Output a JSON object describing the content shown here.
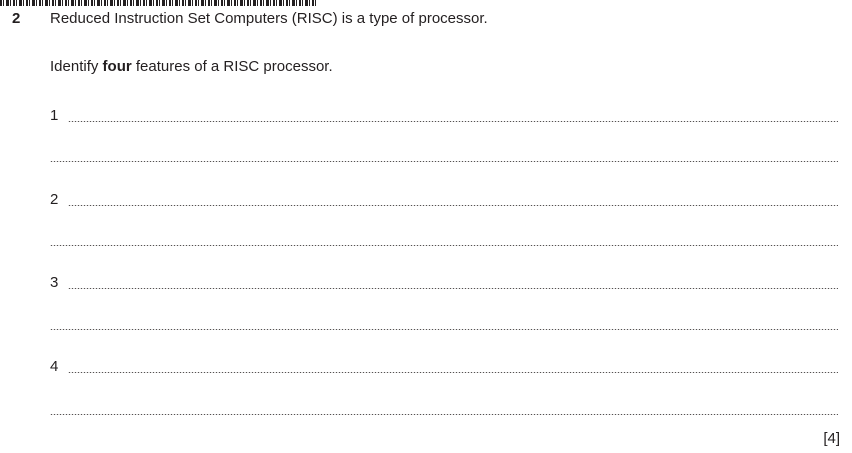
{
  "question": {
    "number": "2",
    "text": "Reduced Instruction Set Computers (RISC) is a type of processor.",
    "instruction_before": "Identify ",
    "instruction_bold": "four",
    "instruction_after": " features of a RISC processor."
  },
  "answer_lines": [
    {
      "label": "1"
    },
    {
      "label": ""
    },
    {
      "label": "2"
    },
    {
      "label": ""
    },
    {
      "label": "3"
    },
    {
      "label": ""
    },
    {
      "label": "4"
    },
    {
      "label": ""
    }
  ],
  "marks": "[4]"
}
